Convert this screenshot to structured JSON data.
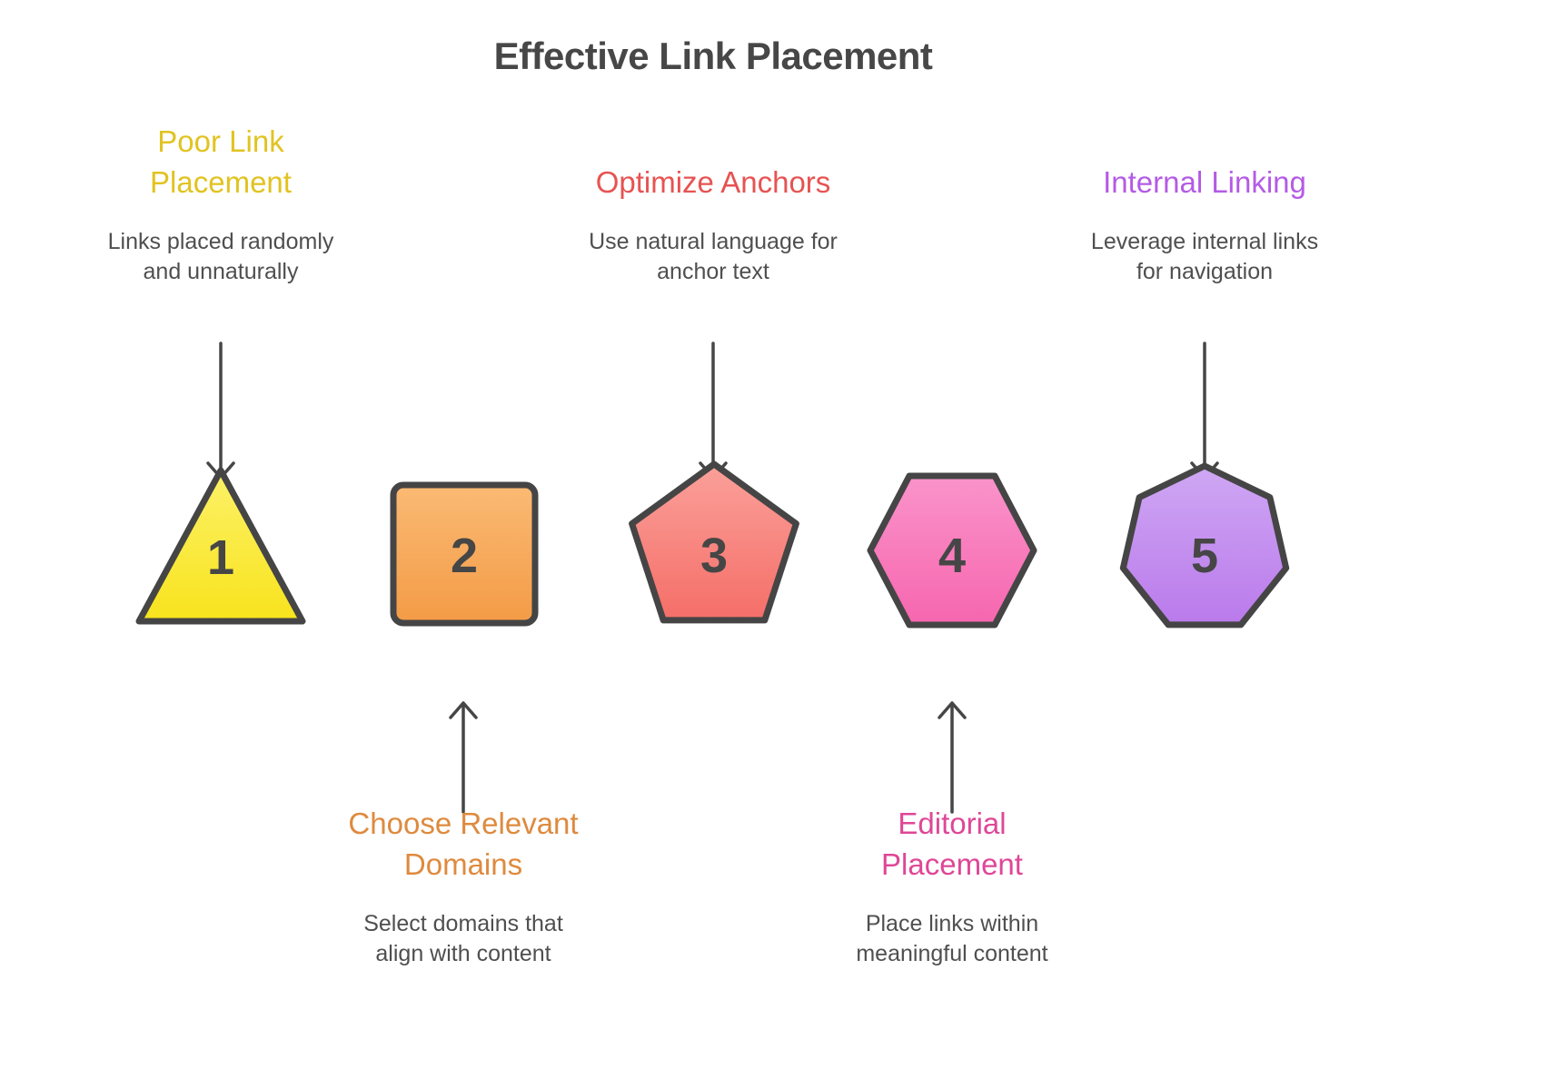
{
  "title": "Effective Link Placement",
  "colors": {
    "title": "#474747",
    "body_text": "#4F4F4F",
    "shape_border": "#454545",
    "shape_number": "#464646",
    "arrow": "#464646"
  },
  "steps": [
    {
      "number": "1",
      "shape": "triangle",
      "label_position": "top",
      "heading": "Poor Link Placement",
      "heading_lines": [
        "Poor Link",
        "Placement"
      ],
      "heading_color": "#E1C321",
      "description": "Links placed randomly and unnaturally",
      "description_lines": [
        "Links placed randomly",
        "and unnaturally"
      ],
      "shape_gradient": [
        "#FCF168",
        "#F8E31C"
      ]
    },
    {
      "number": "2",
      "shape": "square",
      "label_position": "bottom",
      "heading": "Choose Relevant Domains",
      "heading_lines": [
        "Choose Relevant",
        "Domains"
      ],
      "heading_color": "#DE8A3E",
      "description": "Select domains that align with content",
      "description_lines": [
        "Select domains that",
        "align with content"
      ],
      "shape_gradient": [
        "#FABA74",
        "#F49B46"
      ]
    },
    {
      "number": "3",
      "shape": "pentagon",
      "label_position": "top",
      "heading": "Optimize Anchors",
      "heading_lines": [
        "Optimize Anchors"
      ],
      "heading_color": "#E65352",
      "description": "Use natural language for anchor text",
      "description_lines": [
        "Use natural language for",
        "anchor text"
      ],
      "shape_gradient": [
        "#FBA09A",
        "#F56E68"
      ]
    },
    {
      "number": "4",
      "shape": "hexagon",
      "label_position": "bottom",
      "heading": "Editorial Placement",
      "heading_lines": [
        "Editorial",
        "Placement"
      ],
      "heading_color": "#DF4797",
      "description": "Place links within meaningful content",
      "description_lines": [
        "Place links within",
        "meaningful content"
      ],
      "shape_gradient": [
        "#FA93CA",
        "#F666AF"
      ]
    },
    {
      "number": "5",
      "shape": "heptagon",
      "label_position": "top",
      "heading": "Internal Linking",
      "heading_lines": [
        "Internal Linking"
      ],
      "heading_color": "#B45BE6",
      "description": "Leverage internal links for navigation",
      "description_lines": [
        "Leverage internal links",
        "for navigation"
      ],
      "shape_gradient": [
        "#CFA7F4",
        "#BA7AEB"
      ]
    }
  ]
}
